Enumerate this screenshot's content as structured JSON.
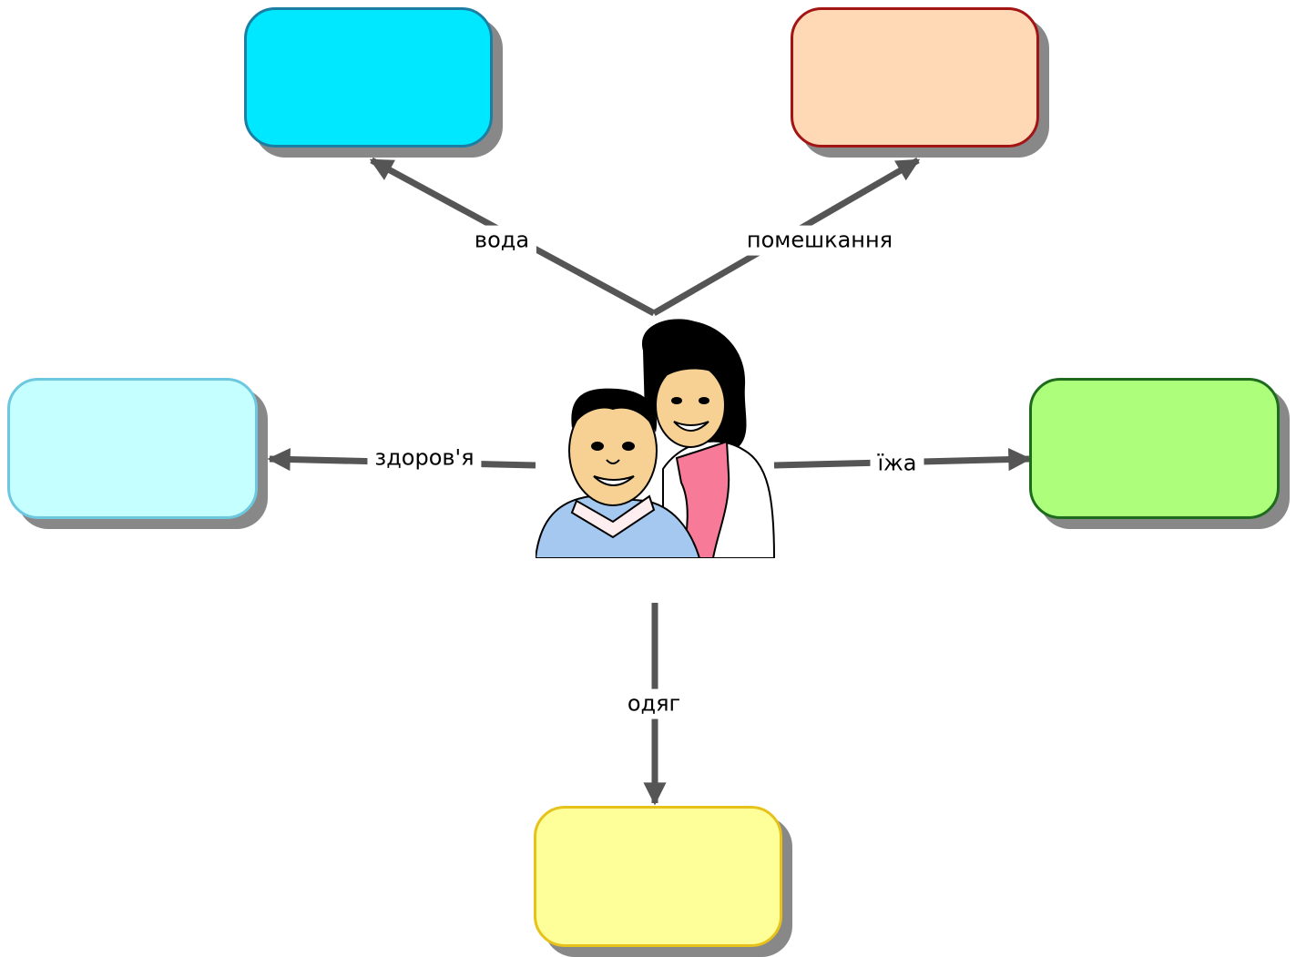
{
  "nodes": [
    {
      "id": "water",
      "label": "вода",
      "fill": "#00e8ff",
      "stroke": "#1b7fa3"
    },
    {
      "id": "housing",
      "label": "помешкання",
      "fill": "#ffd8b5",
      "stroke": "#a31515"
    },
    {
      "id": "health",
      "label": "здоров'я",
      "fill": "#c6ffff",
      "stroke": "#6cc8de"
    },
    {
      "id": "food",
      "label": "їжа",
      "fill": "#adff7b",
      "stroke": "#1e6b1e"
    },
    {
      "id": "clothing",
      "label": "одяг",
      "fill": "#ffff99",
      "stroke": "#e6c21a"
    }
  ],
  "center": {
    "icon": "children-illustration-icon"
  },
  "colors": {
    "arrow": "#555555",
    "shadow": "#5a5a5a"
  }
}
